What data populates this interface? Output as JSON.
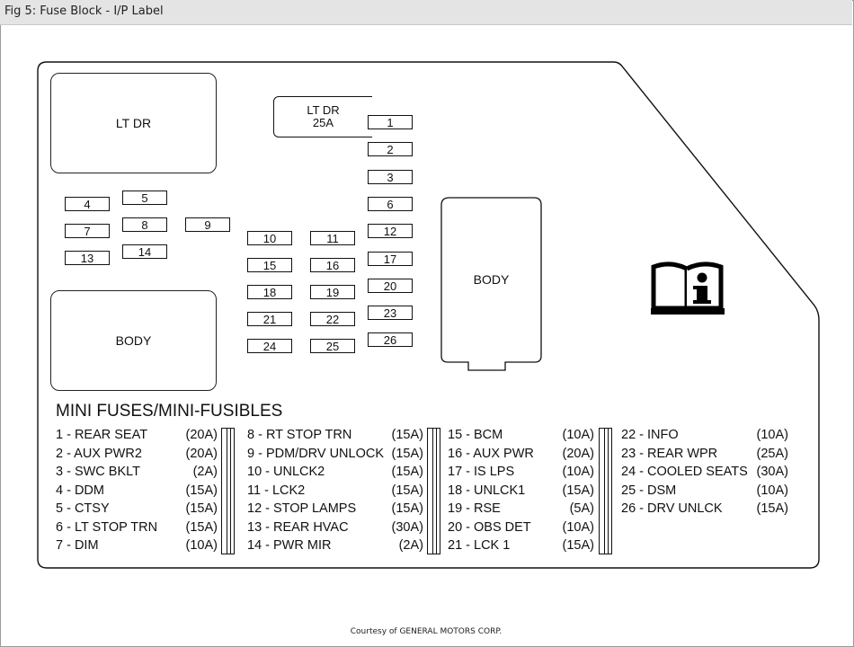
{
  "window": {
    "title": "Fig 5: Fuse Block - I/P Label"
  },
  "footer": {
    "credit": "Courtesy of GENERAL MOTORS CORP."
  },
  "relays": {
    "lt_dr_top": "LT DR",
    "body_left": "BODY",
    "body_center": "BODY"
  },
  "maxi_fuse": {
    "line1": "LT DR",
    "line2": "25A"
  },
  "fuse_numbers": {
    "f1": "1",
    "f2": "2",
    "f3": "3",
    "f4": "4",
    "f5": "5",
    "f6": "6",
    "f7": "7",
    "f8": "8",
    "f9": "9",
    "f10": "10",
    "f11": "11",
    "f12": "12",
    "f13": "13",
    "f14": "14",
    "f15": "15",
    "f16": "16",
    "f17": "17",
    "f18": "18",
    "f19": "19",
    "f20": "20",
    "f21": "21",
    "f22": "22",
    "f23": "23",
    "f24": "24",
    "f25": "25",
    "f26": "26"
  },
  "legend": {
    "title": "MINI FUSES/MINI-FUSIBLES",
    "col1": [
      {
        "name": "1 - REAR SEAT",
        "amp": "(20A)"
      },
      {
        "name": "2 - AUX PWR2",
        "amp": "(20A)"
      },
      {
        "name": "3 - SWC BKLT",
        "amp": "(2A)"
      },
      {
        "name": "4 - DDM",
        "amp": "(15A)"
      },
      {
        "name": "5 - CTSY",
        "amp": "(15A)"
      },
      {
        "name": "6 - LT STOP TRN",
        "amp": "(15A)"
      },
      {
        "name": "7 - DIM",
        "amp": "(10A)"
      }
    ],
    "col2": [
      {
        "name": "8 - RT STOP TRN",
        "amp": "(15A)"
      },
      {
        "name": "9 - PDM/DRV UNLOCK",
        "amp": "(15A)"
      },
      {
        "name": "10 - UNLCK2",
        "amp": "(15A)"
      },
      {
        "name": "11 - LCK2",
        "amp": "(15A)"
      },
      {
        "name": "12 - STOP LAMPS",
        "amp": "(15A)"
      },
      {
        "name": "13 - REAR HVAC",
        "amp": "(30A)"
      },
      {
        "name": "14 - PWR MIR",
        "amp": "(2A)"
      }
    ],
    "col3": [
      {
        "name": "15 - BCM",
        "amp": "(10A)"
      },
      {
        "name": "16 - AUX PWR",
        "amp": "(20A)"
      },
      {
        "name": "17 - IS LPS",
        "amp": "(10A)"
      },
      {
        "name": "18 - UNLCK1",
        "amp": "(15A)"
      },
      {
        "name": "19 - RSE",
        "amp": "(5A)"
      },
      {
        "name": "20 - OBS DET",
        "amp": "(10A)"
      },
      {
        "name": "21 - LCK 1",
        "amp": "(15A)"
      }
    ],
    "col4": [
      {
        "name": "22 - INFO",
        "amp": "(10A)"
      },
      {
        "name": "23 - REAR WPR",
        "amp": "(25A)"
      },
      {
        "name": "24 - COOLED SEATS",
        "amp": "(30A)"
      },
      {
        "name": "25 - DSM",
        "amp": "(10A)"
      },
      {
        "name": "26 - DRV UNLCK",
        "amp": "(15A)"
      }
    ]
  },
  "icons": {
    "manual": "owner-manual-info-icon"
  }
}
